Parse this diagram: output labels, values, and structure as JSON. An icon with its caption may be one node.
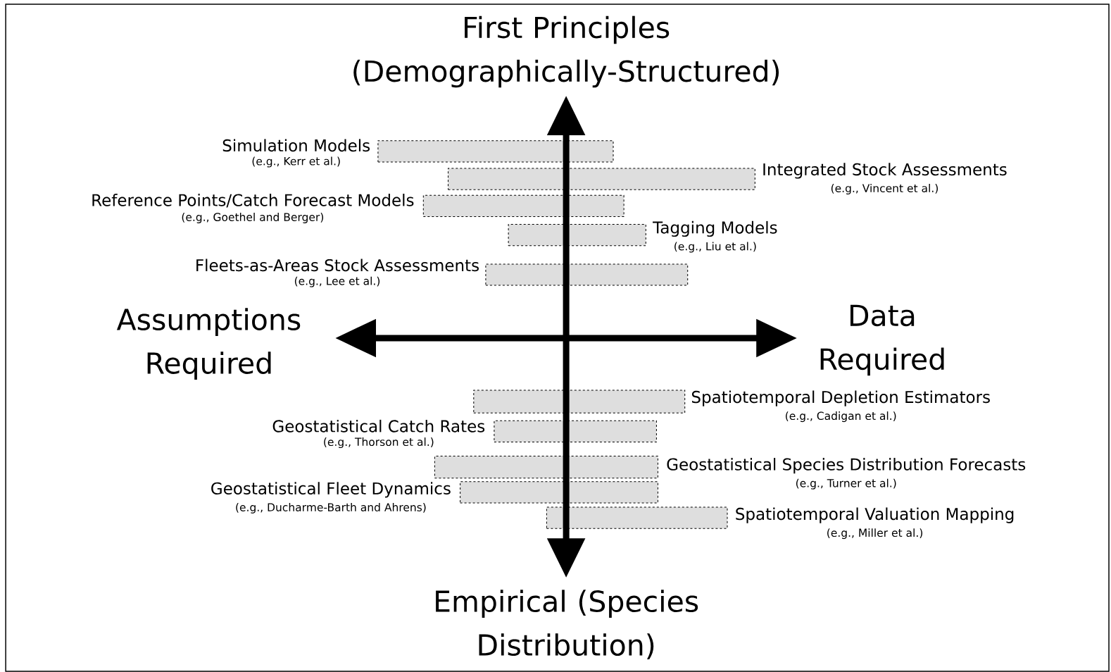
{
  "diagram": {
    "nodes": [
      {
        "text": [],
        "shape": "bar",
        "beside": [
          "Simulation Models",
          "(e.g., Kerr et al.)"
        ]
      },
      {
        "text": [],
        "shape": "bar",
        "beside": [
          "Integrated Stock Assessments",
          "(e.g., Vincent et al.)"
        ]
      },
      {
        "text": [],
        "shape": "bar",
        "beside": [
          "Reference Points/Catch Forecast Models",
          "(e.g., Goethel and Berger)"
        ]
      },
      {
        "text": [],
        "shape": "bar",
        "beside": [
          "Tagging Models",
          "(e.g., Liu et al.)"
        ]
      },
      {
        "text": [],
        "shape": "bar",
        "beside": [
          "Fleets-as-Areas Stock Assessments",
          "(e.g., Lee et al.)"
        ]
      },
      {
        "text": [],
        "shape": "bar",
        "beside": [
          "Spatiotemporal Depletion Estimators",
          "(e.g., Cadigan et al.)"
        ]
      },
      {
        "text": [],
        "shape": "bar",
        "beside": [
          "Geostatistical Catch Rates",
          "(e.g., Thorson et al.)"
        ]
      },
      {
        "text": [],
        "shape": "bar",
        "beside": [
          "Geostatistical Species Distribution Forecasts",
          "(e.g., Turner et al.)"
        ]
      },
      {
        "text": [],
        "shape": "bar",
        "beside": [
          "Geostatistical Fleet Dynamics",
          "(e.g., Ducharme-Barth and Ahrens)"
        ]
      },
      {
        "text": [],
        "shape": "bar",
        "beside": [
          "Spatiotemporal Valuation Mapping",
          "(e.g., Miller et al.)"
        ]
      }
    ],
    "labels": [
      "First Principles (Demographically-Structured)",
      "Assumptions Required",
      "Data Required",
      "Empirical (Species Distribution)"
    ]
  }
}
